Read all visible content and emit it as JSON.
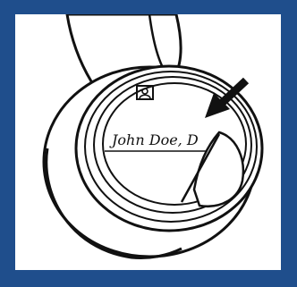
{
  "illustration": {
    "engraved_text": "John Doe, D",
    "frame_color": "#1f4e8c",
    "line_color": "#111111",
    "background_color": "#ffffff",
    "arrow_icon": "pointing-arrow",
    "logo_icon": "person-badge"
  }
}
